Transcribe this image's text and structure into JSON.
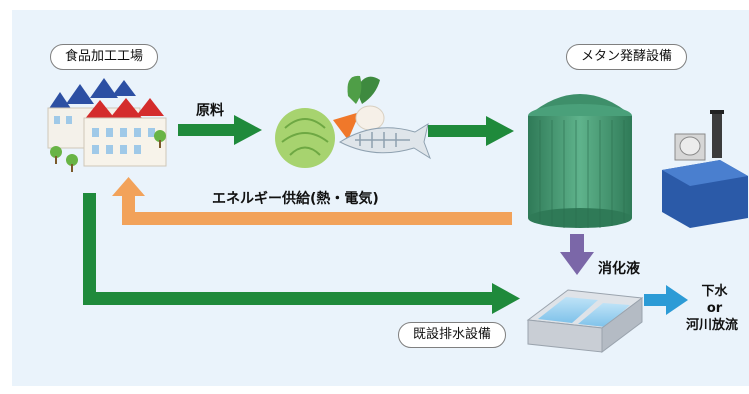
{
  "labels": {
    "food_factory": "食品加工工場",
    "methane_facility": "メタン発酵設備",
    "existing_drainage": "既設排水設備",
    "raw_material": "原料",
    "energy_supply": "エネルギー供給(熱・電気)",
    "digestate": "消化液",
    "outlet_line1": "下水",
    "outlet_line2": "or",
    "outlet_line3": "河川放流"
  },
  "colors": {
    "panel_bg": "#eaf3fb",
    "arrow_green": "#1f8a3b",
    "arrow_orange": "#f2a25a",
    "arrow_purple": "#7b67a8",
    "arrow_blue": "#2c9bd6",
    "tank_green": "#3e8f6a"
  },
  "icons": [
    "factory-icon",
    "vegetables-fish-icon",
    "methane-tank-icon",
    "generator-icon",
    "drainage-tank-icon"
  ]
}
